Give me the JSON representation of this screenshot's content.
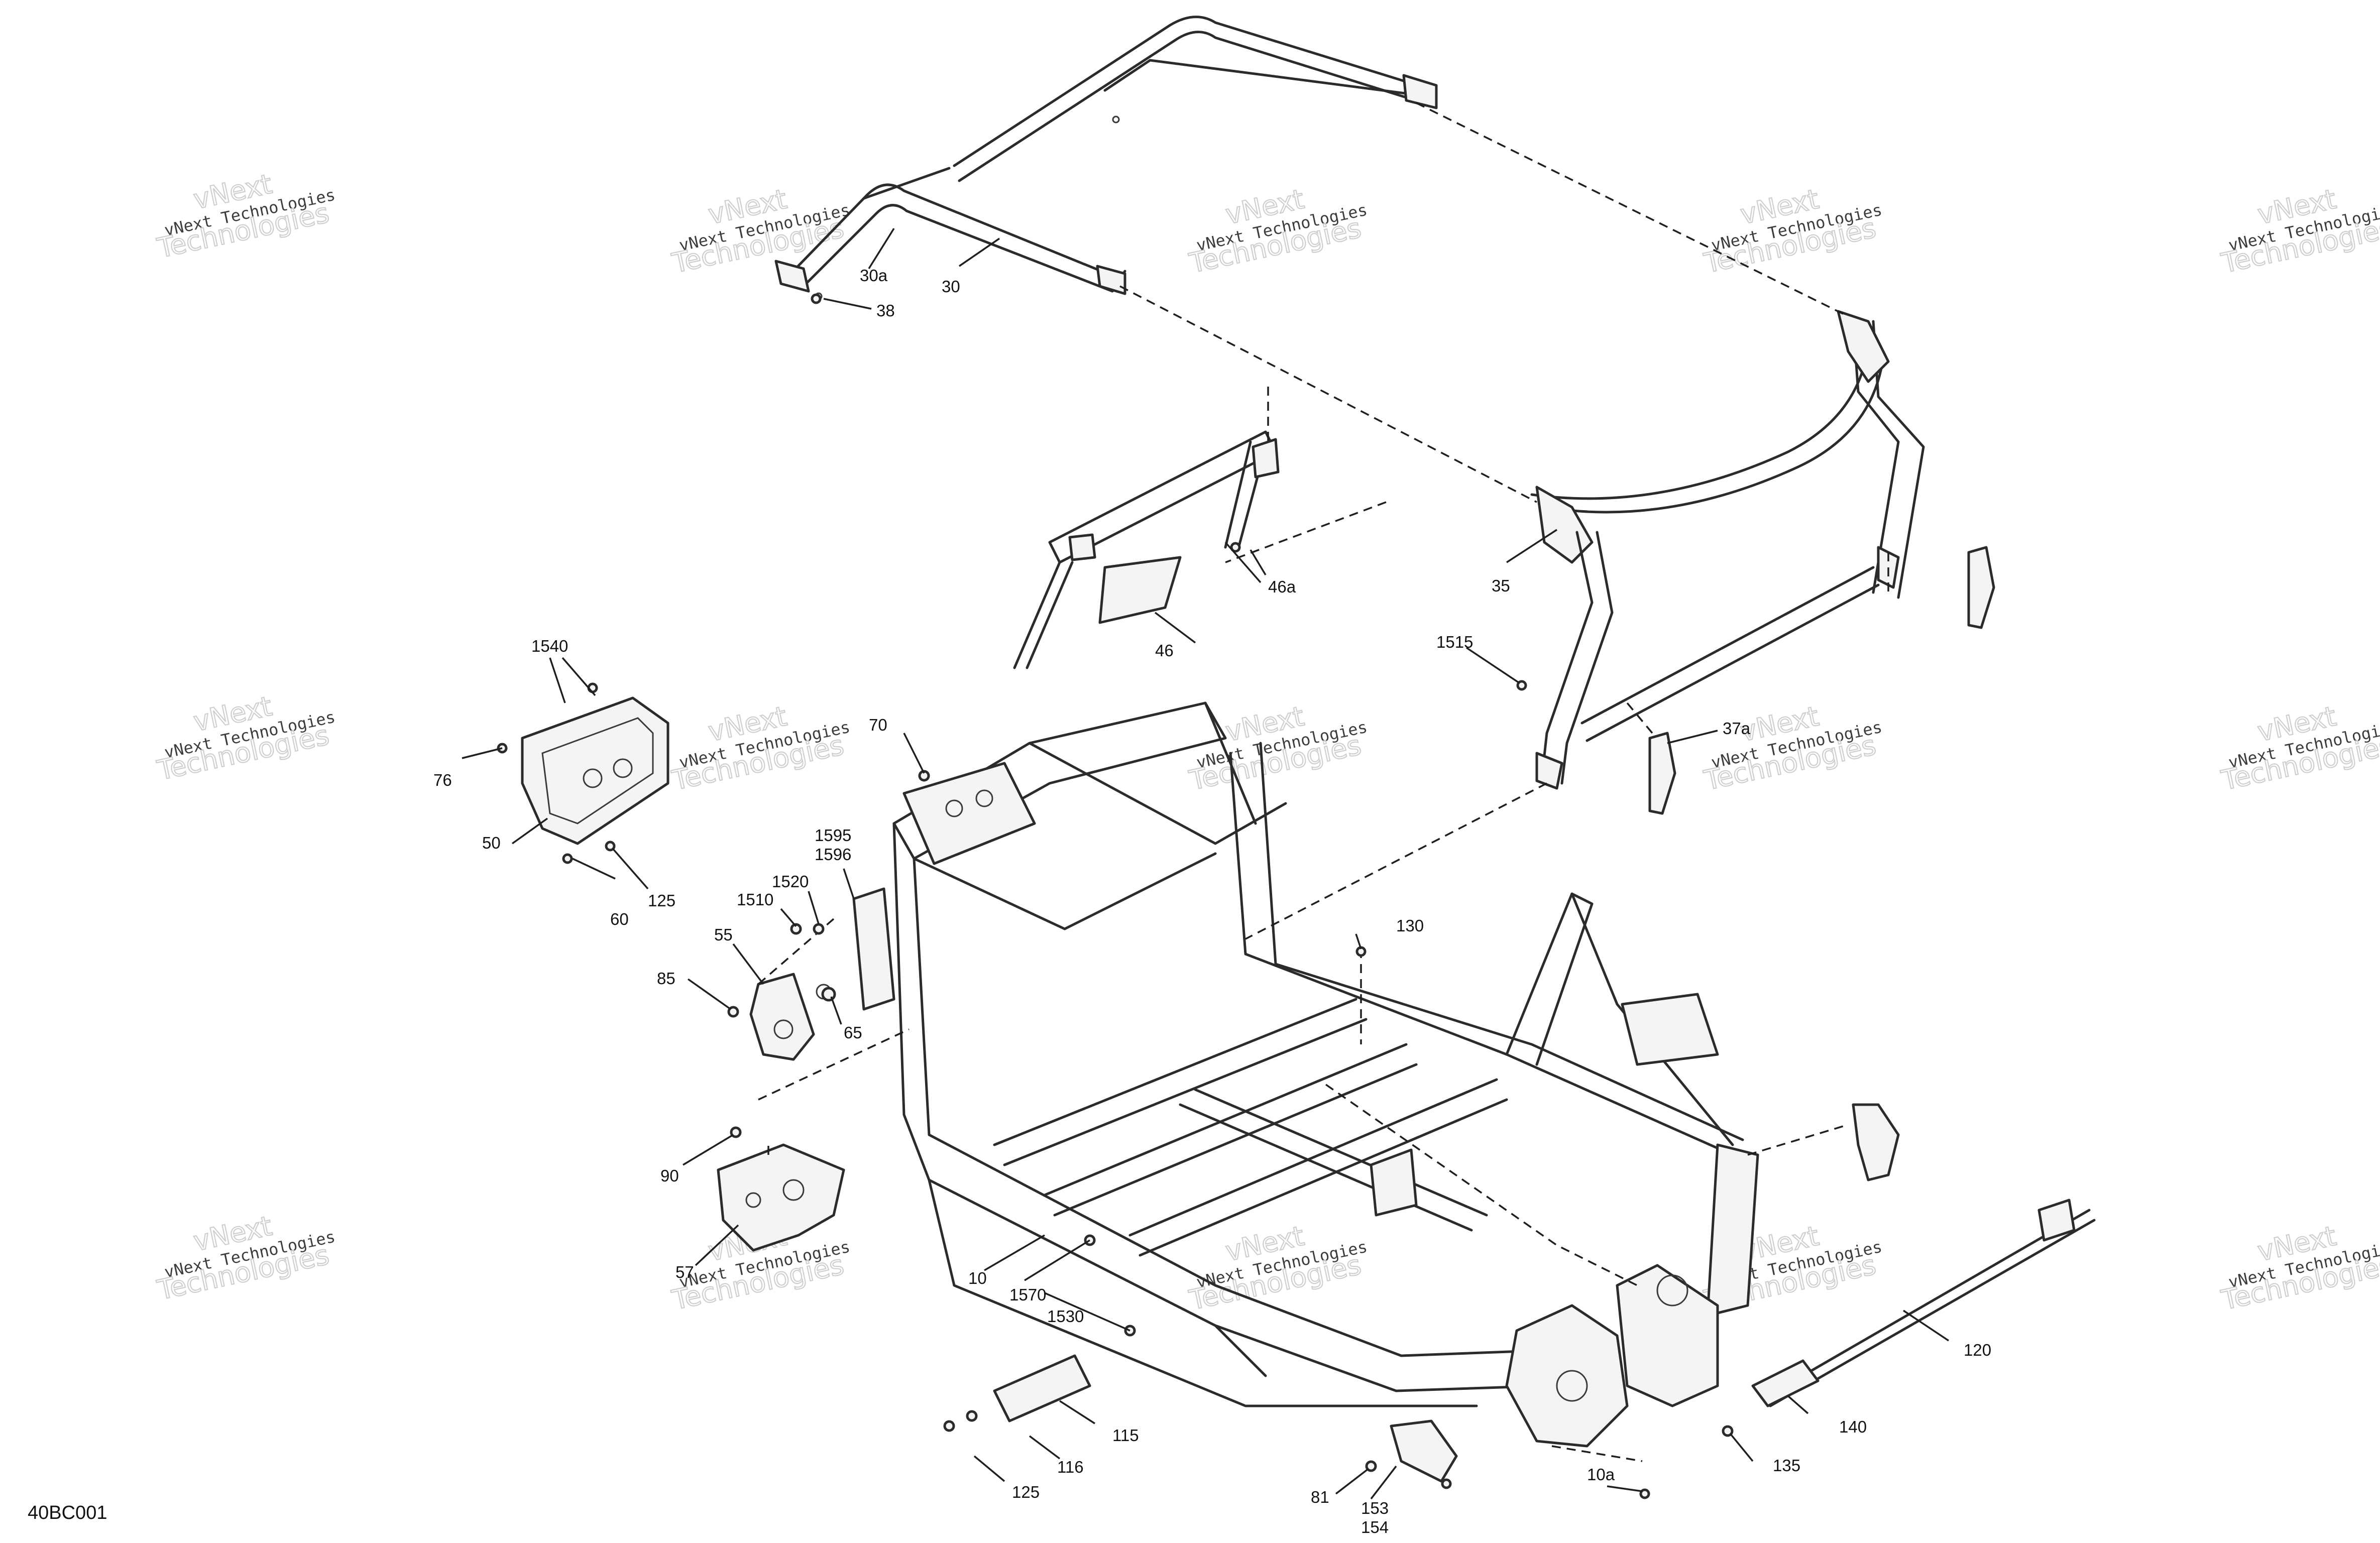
{
  "watermark": {
    "line1": "vNext",
    "line2": "vNext Technologies",
    "line3": "Technologies"
  },
  "figure_id": "40BC001",
  "callouts": {
    "c30a": "30a",
    "c30": "30",
    "c38": "38",
    "c35": "35",
    "c46a": "46a",
    "c46": "46",
    "c1515": "1515",
    "c37a": "37a",
    "c1540": "1540",
    "c76": "76",
    "c50": "50",
    "c60": "60",
    "c125a": "125",
    "c70": "70",
    "c1595": "1595",
    "c1596": "1596",
    "c1520": "1520",
    "c1510": "1510",
    "c55": "55",
    "c85": "85",
    "c65": "65",
    "c130": "130",
    "c90": "90",
    "c57": "57",
    "c10": "10",
    "c1570": "1570",
    "c1530": "1530",
    "c115": "115",
    "c116": "116",
    "c125b": "125",
    "c81": "81",
    "c153": "153",
    "c154": "154",
    "c10a": "10a",
    "c135": "135",
    "c140": "140",
    "c120": "120"
  }
}
